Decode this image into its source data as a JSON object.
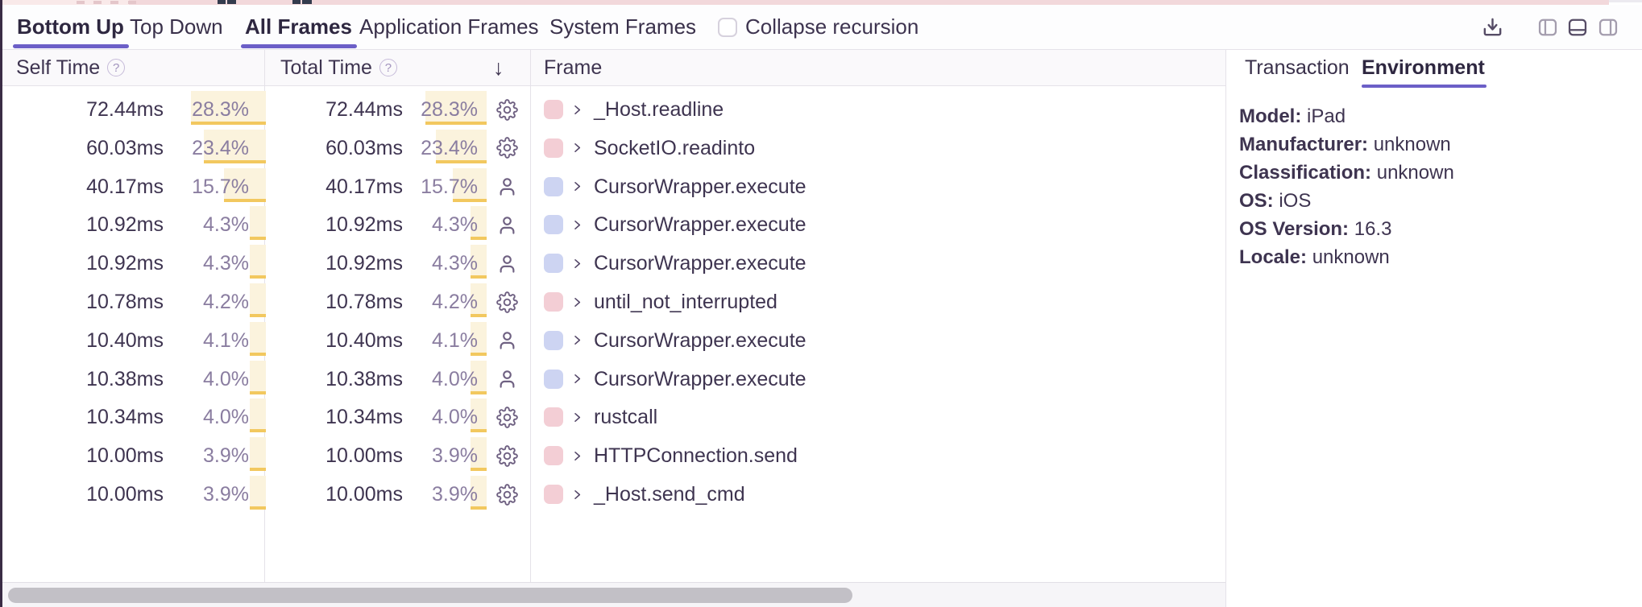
{
  "view_tabs": [
    {
      "label": "Bottom Up",
      "active": true
    },
    {
      "label": "Top Down",
      "active": false
    },
    {
      "label": "All Frames",
      "active": true
    },
    {
      "label": "Application Frames",
      "active": false
    },
    {
      "label": "System Frames",
      "active": false
    }
  ],
  "controls": {
    "collapse_recursion_label": "Collapse recursion",
    "collapse_recursion_checked": false
  },
  "toolbar": {
    "icons": [
      "download-icon",
      "panel-left-icon",
      "panel-bottom-icon",
      "panel-right-icon"
    ],
    "active_icon": "panel-bottom-icon"
  },
  "table": {
    "headers": {
      "self_time": "Self Time",
      "total_time": "Total Time",
      "frame": "Frame",
      "sort_icon": "arrow-down-icon",
      "sort_glyph": "↓"
    },
    "rows": [
      {
        "self_ms": "72.44ms",
        "self_pct": "28.3%",
        "total_ms": "72.44ms",
        "total_pct": "28.3%",
        "icon": "gear-icon",
        "chip": "pink",
        "frame": "_Host.readline"
      },
      {
        "self_ms": "60.03ms",
        "self_pct": "23.4%",
        "total_ms": "60.03ms",
        "total_pct": "23.4%",
        "icon": "gear-icon",
        "chip": "pink",
        "frame": "SocketIO.readinto"
      },
      {
        "self_ms": "40.17ms",
        "self_pct": "15.7%",
        "total_ms": "40.17ms",
        "total_pct": "15.7%",
        "icon": "user-icon",
        "chip": "blue",
        "frame": "CursorWrapper.execute"
      },
      {
        "self_ms": "10.92ms",
        "self_pct": "4.3%",
        "total_ms": "10.92ms",
        "total_pct": "4.3%",
        "icon": "user-icon",
        "chip": "blue",
        "frame": "CursorWrapper.execute"
      },
      {
        "self_ms": "10.92ms",
        "self_pct": "4.3%",
        "total_ms": "10.92ms",
        "total_pct": "4.3%",
        "icon": "user-icon",
        "chip": "blue",
        "frame": "CursorWrapper.execute"
      },
      {
        "self_ms": "10.78ms",
        "self_pct": "4.2%",
        "total_ms": "10.78ms",
        "total_pct": "4.2%",
        "icon": "gear-icon",
        "chip": "pink",
        "frame": "until_not_interrupted"
      },
      {
        "self_ms": "10.40ms",
        "self_pct": "4.1%",
        "total_ms": "10.40ms",
        "total_pct": "4.1%",
        "icon": "user-icon",
        "chip": "blue",
        "frame": "CursorWrapper.execute"
      },
      {
        "self_ms": "10.38ms",
        "self_pct": "4.0%",
        "total_ms": "10.38ms",
        "total_pct": "4.0%",
        "icon": "user-icon",
        "chip": "blue",
        "frame": "CursorWrapper.execute"
      },
      {
        "self_ms": "10.34ms",
        "self_pct": "4.0%",
        "total_ms": "10.34ms",
        "total_pct": "4.0%",
        "icon": "gear-icon",
        "chip": "pink",
        "frame": "rustcall"
      },
      {
        "self_ms": "10.00ms",
        "self_pct": "3.9%",
        "total_ms": "10.00ms",
        "total_pct": "3.9%",
        "icon": "gear-icon",
        "chip": "pink",
        "frame": "HTTPConnection.send"
      },
      {
        "self_ms": "10.00ms",
        "self_pct": "3.9%",
        "total_ms": "10.00ms",
        "total_pct": "3.9%",
        "icon": "gear-icon",
        "chip": "pink",
        "frame": "_Host.send_cmd"
      }
    ]
  },
  "side_panel": {
    "tabs": [
      {
        "label": "Transaction",
        "active": false
      },
      {
        "label": "Environment",
        "active": true
      }
    ],
    "environment": {
      "fields": [
        {
          "label": "Model:",
          "value": "iPad"
        },
        {
          "label": "Manufacturer:",
          "value": "unknown"
        },
        {
          "label": "Classification:",
          "value": "unknown"
        },
        {
          "label": "OS:",
          "value": "iOS"
        },
        {
          "label": "OS Version:",
          "value": "16.3"
        },
        {
          "label": "Locale:",
          "value": "unknown"
        }
      ]
    }
  },
  "colors": {
    "accent": "#6C5FC7",
    "pct_highlight_bg": "#FBF3DD",
    "pct_highlight_border": "#F2C85F",
    "chip_pink": "#F3CED5",
    "chip_blue": "#CDD4F2",
    "icon_purple": "#6F6182",
    "text_dark": "#3E3450",
    "text_muted": "#8A7DA0",
    "minimap_pink": "#F2D8DB"
  }
}
